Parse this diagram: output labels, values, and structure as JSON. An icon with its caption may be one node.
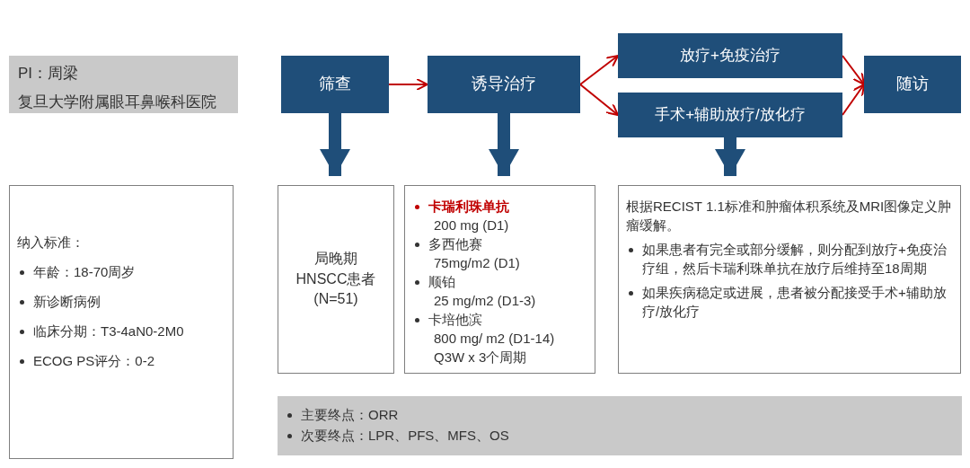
{
  "diagram": {
    "nodes": [
      {
        "text": [
          "PI：周梁",
          "复旦大学附属眼耳鼻喉科医院"
        ]
      },
      {
        "text": [
          "筛查"
        ]
      },
      {
        "text": [
          "诱导治疗"
        ]
      },
      {
        "text": [
          "放疗+免疫治疗"
        ]
      },
      {
        "text": [
          "手术+辅助放疗/放化疗"
        ]
      },
      {
        "text": [
          "随访"
        ]
      },
      {
        "text": [
          "纳入标准：",
          "年龄：18-70周岁",
          "新诊断病例",
          "临床分期：T3-4aN0-2M0",
          "ECOG PS评分：0-2"
        ]
      },
      {
        "text": [
          "局晚期",
          "HNSCC患者",
          "(N=51)"
        ]
      },
      {
        "text": [
          "卡瑞利珠单抗",
          "200 mg (D1)",
          "多西他赛",
          "75mg/m2 (D1)",
          "顺铂",
          "25 mg/m2 (D1-3)",
          "卡培他滨",
          "800 mg/ m2 (D1-14)",
          "Q3W x 3个周期"
        ]
      },
      {
        "text": [
          "根据RECIST 1.1标准和肿瘤体积系统及MRI图像定义肿瘤缓解。",
          "如果患者有完全或部分缓解，则分配到放疗+免疫治疗组，然后卡瑞利珠单抗在放疗后维持至18周期",
          "如果疾病稳定或进展，患者被分配接受手术+辅助放疗/放化疗"
        ]
      },
      {
        "text": [
          "主要终点：ORR",
          "次要终点：LPR、PFS、MFS、OS"
        ]
      }
    ],
    "edges": [
      {
        "from": 1,
        "to": 2,
        "arrow": "to"
      },
      {
        "from": 2,
        "to": 3,
        "arrow": "to"
      },
      {
        "from": 2,
        "to": 4,
        "arrow": "to"
      },
      {
        "from": 3,
        "to": 5,
        "arrow": "to"
      },
      {
        "from": 4,
        "to": 5,
        "arrow": "to"
      },
      {
        "from": 1,
        "to": 7,
        "arrow": "to",
        "style": "thick",
        "color": "#1f4e79"
      },
      {
        "from": 2,
        "to": 8,
        "arrow": "to",
        "style": "thick",
        "color": "#1f4e79"
      },
      {
        "from": 4,
        "to": 9,
        "arrow": "to",
        "style": "thick",
        "color": "#1f4e79"
      }
    ]
  }
}
